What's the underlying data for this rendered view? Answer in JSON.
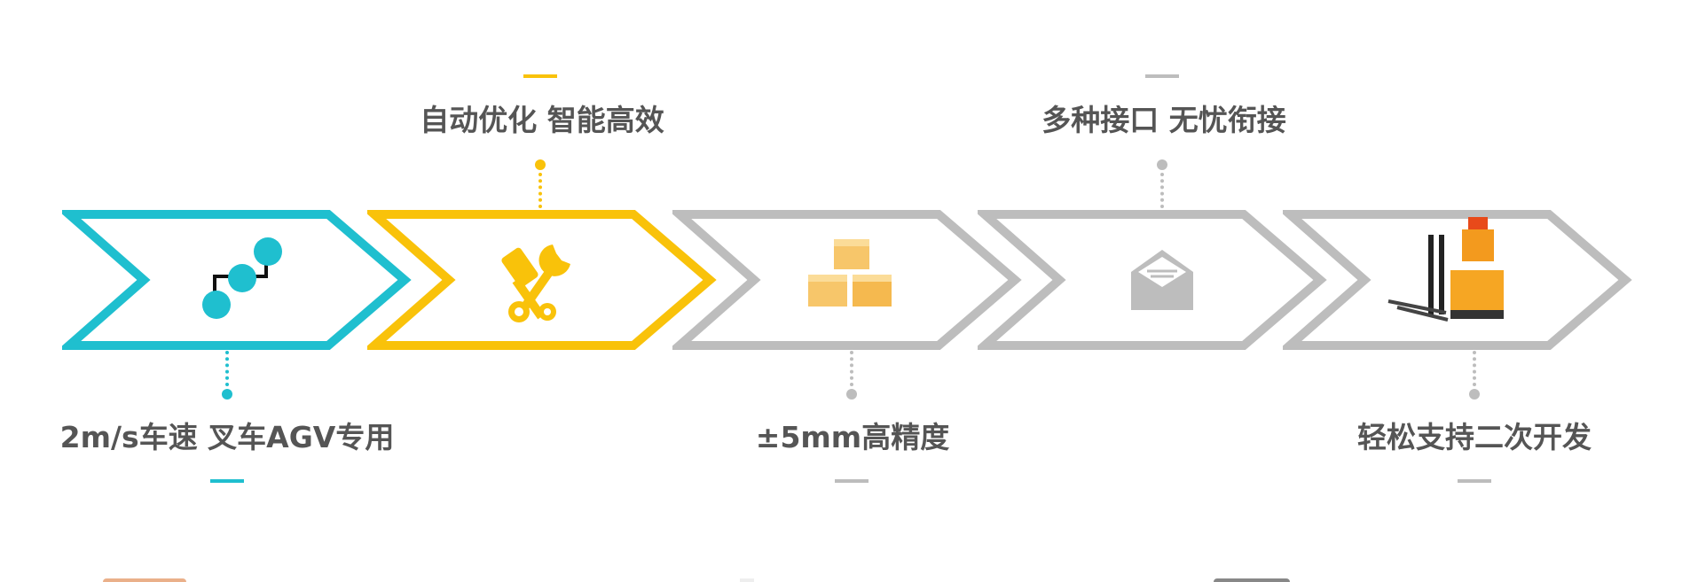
{
  "steps": [
    {
      "label": "2m/s车速  叉车AGV专用",
      "position": "bottom",
      "icon": "nodes-icon",
      "color": "#1fbfcf"
    },
    {
      "label": "自动优化 智能高效",
      "position": "top",
      "icon": "tools-icon",
      "color": "#f9c20a"
    },
    {
      "label": "±5mm高精度",
      "position": "bottom",
      "icon": "boxes-icon",
      "color": "#bdbdbd"
    },
    {
      "label": "多种接口 无忧衔接",
      "position": "top",
      "icon": "envelope-icon",
      "color": "#bdbdbd"
    },
    {
      "label": "轻松支持二次开发",
      "position": "bottom",
      "icon": "forklift-agv-icon",
      "color": "#bdbdbd"
    }
  ]
}
